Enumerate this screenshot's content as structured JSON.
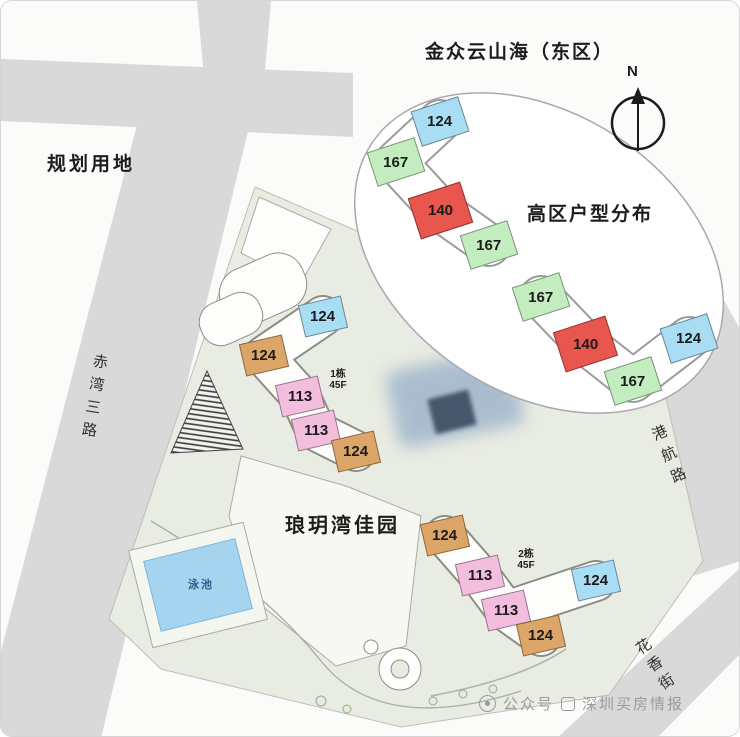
{
  "header": {
    "title": "金众云山海（东区）",
    "compass_label": "N"
  },
  "inset": {
    "title": "高区户型分布",
    "units": [
      {
        "label": "124",
        "color_key": "blue"
      },
      {
        "label": "167",
        "color_key": "green"
      },
      {
        "label": "140",
        "color_key": "red"
      },
      {
        "label": "167",
        "color_key": "green"
      },
      {
        "label": "167",
        "color_key": "green"
      },
      {
        "label": "140",
        "color_key": "red"
      },
      {
        "label": "124",
        "color_key": "blue"
      },
      {
        "label": "167",
        "color_key": "green"
      }
    ]
  },
  "site": {
    "name": "琅玥湾佳园",
    "planning_parcel_label": "规划用地",
    "pool_label": "泳池",
    "towers": [
      {
        "name": "1栋",
        "floors": "45F"
      },
      {
        "name": "2栋",
        "floors": "45F"
      }
    ],
    "tower1_units": [
      {
        "label": "124",
        "color_key": "blue"
      },
      {
        "label": "124",
        "color_key": "orange"
      },
      {
        "label": "113",
        "color_key": "pink"
      },
      {
        "label": "113",
        "color_key": "pink"
      },
      {
        "label": "124",
        "color_key": "orange"
      }
    ],
    "tower2_units": [
      {
        "label": "124",
        "color_key": "orange"
      },
      {
        "label": "113",
        "color_key": "pink"
      },
      {
        "label": "113",
        "color_key": "pink"
      },
      {
        "label": "124",
        "color_key": "orange"
      },
      {
        "label": "124",
        "color_key": "blue"
      }
    ]
  },
  "roads": {
    "left": "赤湾三路",
    "right": "港航路",
    "bottom_right": "花香街"
  },
  "watermark": {
    "source_label": "公众号",
    "source_name": "深圳买房情报"
  },
  "colors": {
    "blue": "#a9ddf3",
    "green": "#c3edbe",
    "red": "#e8564d",
    "orange": "#dca668",
    "pink": "#f3bedd"
  }
}
